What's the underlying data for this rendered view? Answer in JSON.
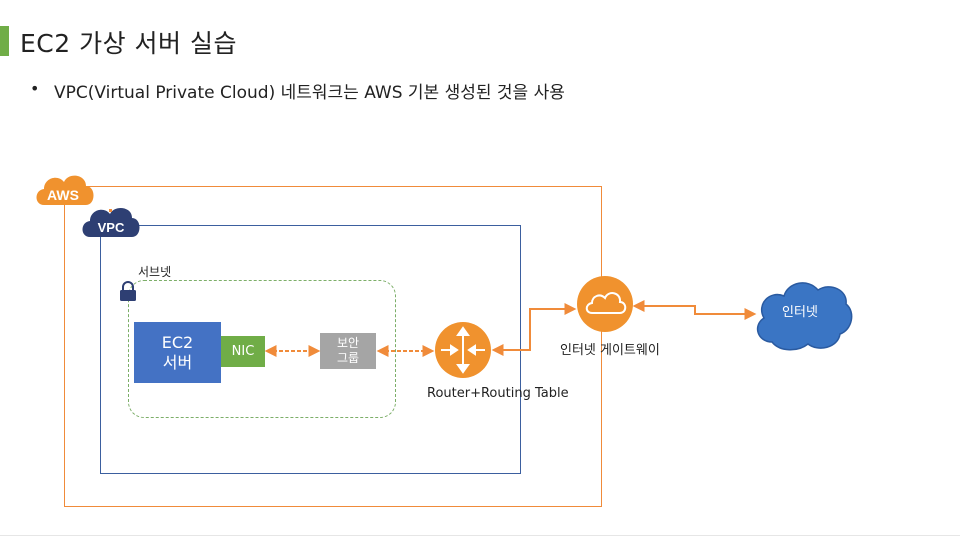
{
  "slide": {
    "title": "EC2 가상 서버 실습",
    "bullet": "VPC(Virtual Private Cloud) 네트워크는 AWS 기본 생성된 것을 사용",
    "bullet_marker": "•"
  },
  "diagram": {
    "aws_badge": "AWS",
    "vpc_badge": "VPC",
    "subnet_label": "서브넷",
    "ec2_line1": "EC2",
    "ec2_line2": "서버",
    "nic_label": "NIC",
    "sg_line1": "보안",
    "sg_line2": "그룹",
    "router_label": "Router+Routing Table",
    "igw_label": "인터넷 게이트웨이",
    "internet_label": "인터넷",
    "icons": [
      "aws-cloud-icon",
      "vpc-cloud-icon",
      "lock-icon",
      "router-icon",
      "internet-gateway-icon",
      "internet-cloud-icon"
    ]
  },
  "colors": {
    "accent_green": "#70ad47",
    "aws_orange": "#f08b3a",
    "vpc_navy": "#2e3f73",
    "ec2_blue": "#4472c4",
    "sg_gray": "#a5a5a5",
    "internet_blue": "#3a75c4"
  }
}
